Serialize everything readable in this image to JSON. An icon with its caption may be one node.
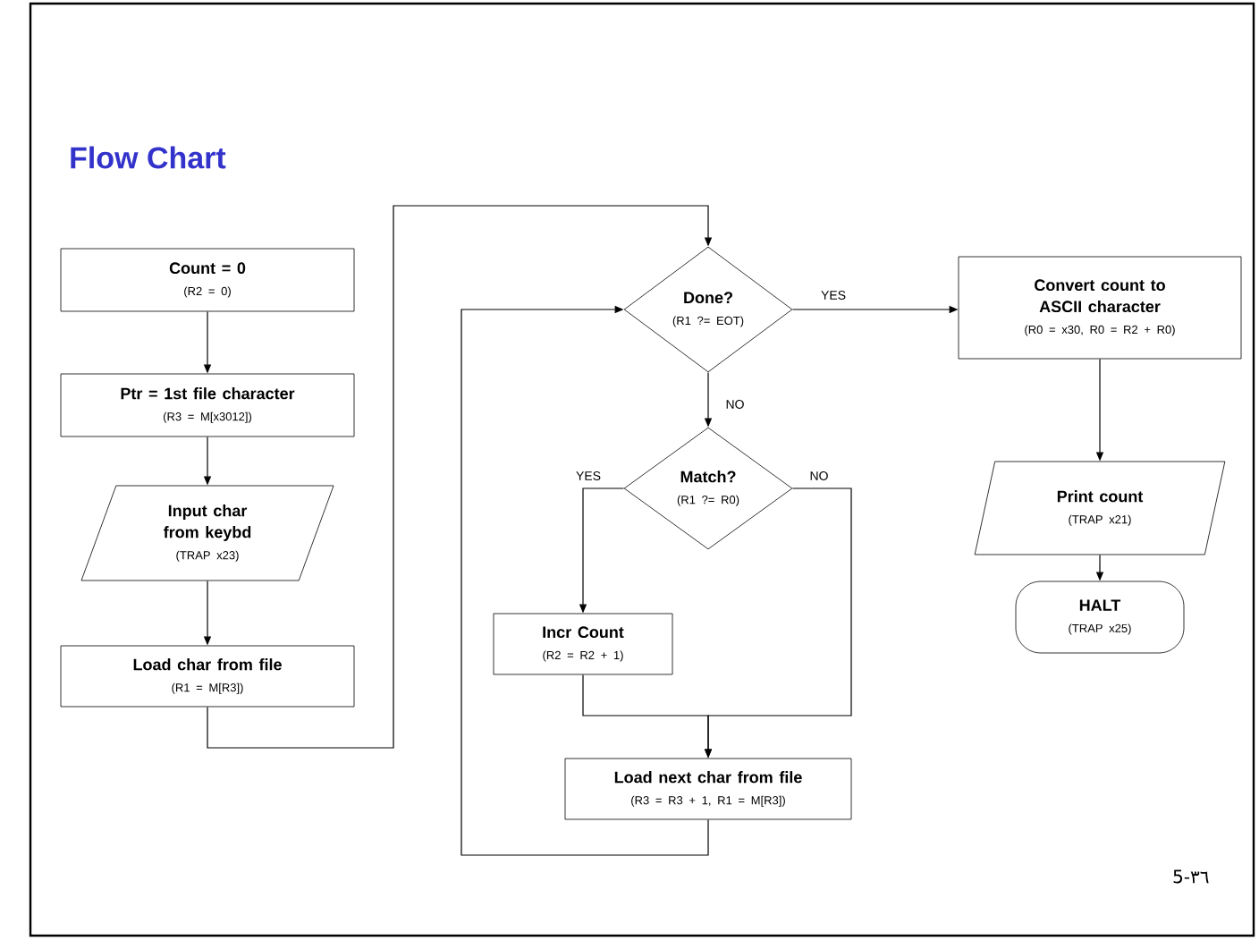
{
  "diagram": {
    "title": "Flow Chart",
    "nodes": [
      {
        "text": [
          "Count = 0",
          "(R2 = 0)"
        ]
      },
      {
        "text": [
          "Ptr = 1st file character",
          "(R3 = M[x3012])"
        ]
      },
      {
        "text": [
          "Input char from keybd",
          "(TRAP x23)"
        ]
      },
      {
        "text": [
          "Load char from file",
          "(R1 = M[R3])"
        ]
      },
      {
        "text": [
          "Done?",
          "(R1 ?= EOT)"
        ]
      },
      {
        "text": [
          "Convert count to ASCII character",
          "(R0 = x30, R0 = R2 + R0)"
        ]
      },
      {
        "text": [
          "Match?",
          "(R1 ?= R0)"
        ]
      },
      {
        "text": [
          "Incr Count",
          "(R2 = R2 + 1)"
        ]
      },
      {
        "text": [
          "Load next char from file",
          "(R3 = R3 + 1, R1 = M[R3])"
        ]
      },
      {
        "text": [
          "Print count",
          "(TRAP x21)"
        ]
      },
      {
        "text": [
          "HALT",
          "(TRAP x25)"
        ]
      }
    ],
    "edges": [
      {
        "from": 0,
        "to": 1,
        "arrow": "to"
      },
      {
        "from": 1,
        "to": 2,
        "arrow": "to"
      },
      {
        "from": 2,
        "to": 3,
        "arrow": "to"
      },
      {
        "from": 3,
        "to": 4,
        "arrow": "to"
      },
      {
        "from": 4,
        "to": 5,
        "arrow": "to",
        "label": "YES"
      },
      {
        "from": 4,
        "to": 6,
        "arrow": "to",
        "label": "NO"
      },
      {
        "from": 6,
        "to": 7,
        "arrow": "to",
        "label": "YES"
      },
      {
        "from": 6,
        "to": 8,
        "arrow": "to",
        "label": "NO"
      },
      {
        "from": 7,
        "to": 8,
        "arrow": "to"
      },
      {
        "from": 8,
        "to": 4,
        "arrow": "to"
      },
      {
        "from": 5,
        "to": 9,
        "arrow": "to"
      },
      {
        "from": 9,
        "to": 10,
        "arrow": "to"
      }
    ],
    "labels": [
      "5-٣٦"
    ]
  }
}
